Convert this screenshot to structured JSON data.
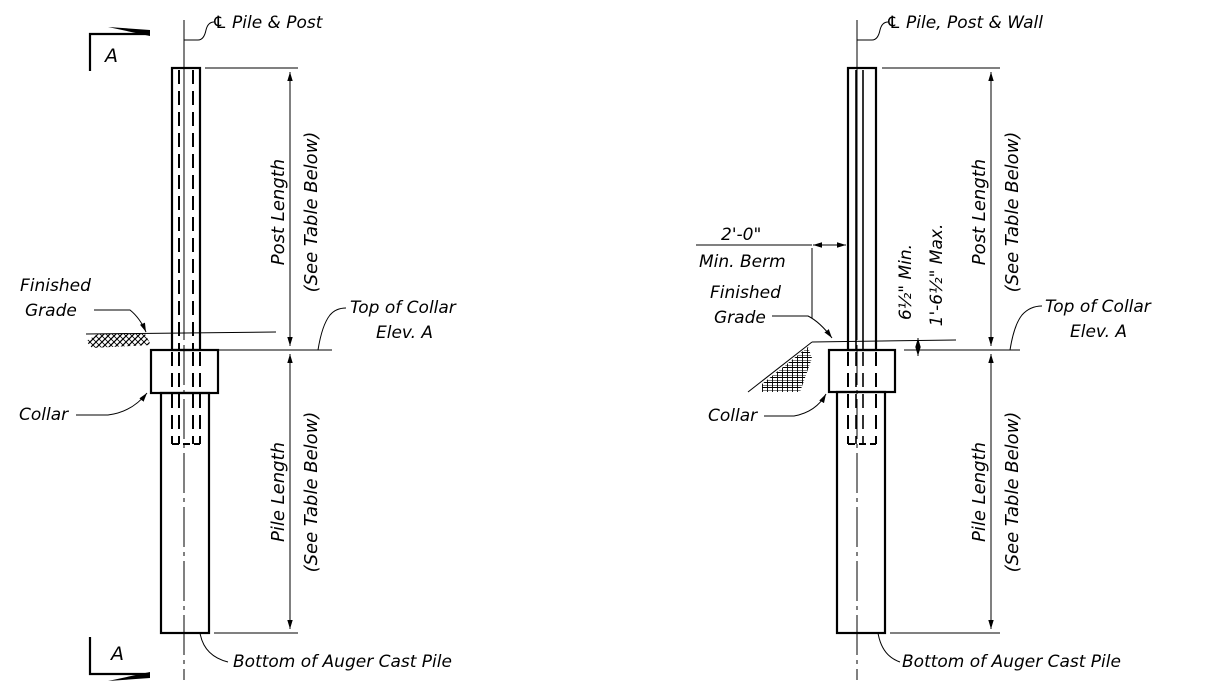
{
  "left_detail": {
    "centerline_label": "Pile & Post",
    "section_marker": "A",
    "post_length_label": "Post Length",
    "table_ref": "(See Table Below)",
    "pile_length_label": "Pile Length",
    "finished_grade_line1": "Finished",
    "finished_grade_line2": "Grade",
    "top_of_collar_line1": "Top of Collar",
    "top_of_collar_line2": "Elev. A",
    "collar_label": "Collar",
    "bottom_label": "Bottom of Auger Cast Pile"
  },
  "right_detail": {
    "centerline_label": "Pile, Post & Wall",
    "berm_dimension": "2'-0\"",
    "berm_label": "Min. Berm",
    "min_dim": "6½\" Min.",
    "max_dim": "1'-6½\" Max.",
    "post_length_label": "Post Length",
    "table_ref": "(See Table Below)",
    "pile_length_label": "Pile Length",
    "finished_grade_line1": "Finished",
    "finished_grade_line2": "Grade",
    "top_of_collar_line1": "Top of Collar",
    "top_of_collar_line2": "Elev. A",
    "collar_label": "Collar",
    "bottom_label": "Bottom of Auger Cast Pile"
  },
  "centerline_symbol": "℄"
}
